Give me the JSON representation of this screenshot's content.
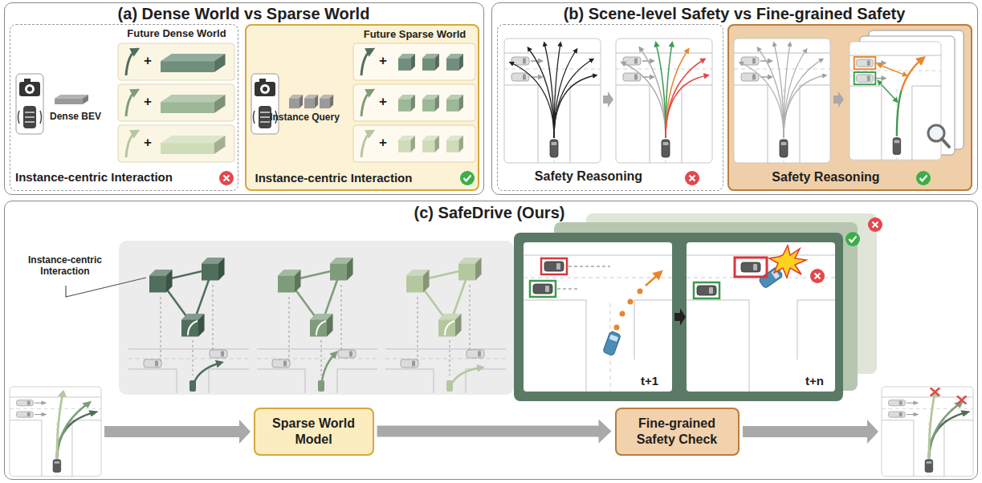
{
  "diagram": {
    "nodes": [
      {
        "text": [
          "(a) Dense World vs Sparse World"
        ]
      },
      {
        "text": [
          "Future Dense World",
          "Dense BEV",
          "Instance-centric Interaction"
        ],
        "in": 0
      },
      {
        "text": [
          "Future Sparse World",
          "Instance Query",
          "Instance-centric Interaction"
        ],
        "in": 0
      },
      {
        "text": [
          "(b) Scene-level Safety vs Fine-grained Safety"
        ]
      },
      {
        "text": [
          "Safety Reasoning"
        ],
        "in": 3
      },
      {
        "text": [
          "Safety Reasoning"
        ],
        "in": 3
      },
      {
        "text": [
          "(c) SafeDrive (Ours)"
        ]
      },
      {
        "text": [
          "Sparse World Model"
        ],
        "in": 6
      },
      {
        "text": [
          "Fine-grained Safety Check"
        ],
        "in": 6
      }
    ],
    "edges": [
      {
        "from": 7,
        "to": 8,
        "arrow": "to"
      }
    ],
    "labels": [
      "Instance-centric Interaction",
      "t+1",
      "t+n",
      "+",
      "+",
      "+",
      "+",
      "+",
      "+"
    ]
  }
}
